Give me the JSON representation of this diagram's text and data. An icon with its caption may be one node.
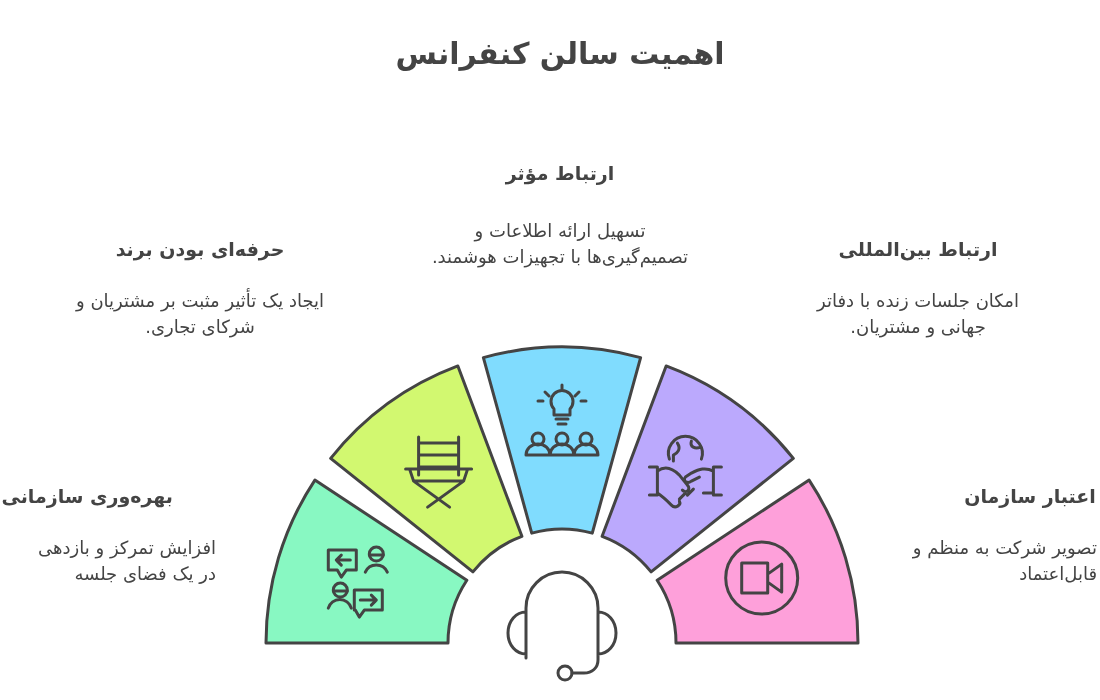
{
  "diagram": {
    "title": "اهمیت سالن کنفرانس",
    "labels": [
      "ارتباط مؤثر",
      "تسهیل ارائه اطلاعات و تصمیم‌گیری‌ها با تجهیزات هوشمند.",
      "حرفه‌ای بودن برند",
      "ایجاد یک تأثیر مثبت بر مشتریان و شرکای تجاری.",
      "ارتباط بین‌المللی",
      "امکان جلسات زنده با دفاتر جهانی و مشتریان.",
      "بهره‌وری سازمانی",
      "افزایش تمرکز و بازدهی در یک فضای جلسه",
      "اعتبار سازمان",
      "تصویر شرکت به منظم و قابل‌اعتماد"
    ]
  }
}
